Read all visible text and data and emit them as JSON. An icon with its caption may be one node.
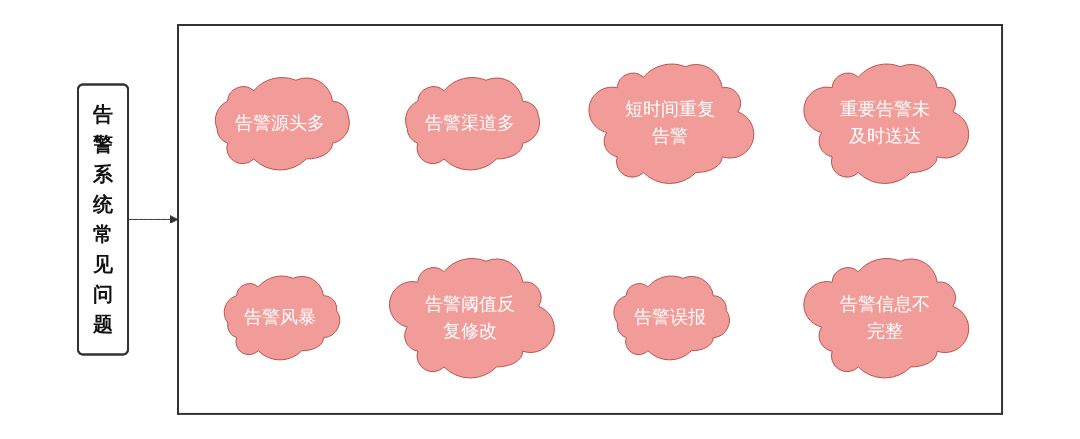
{
  "diagram": {
    "nodes": [
      {
        "text": [
          "告警系统常见问题"
        ]
      },
      {
        "text": [],
        "shape": "box"
      },
      {
        "text": [
          "告警源头多"
        ],
        "in": 1
      },
      {
        "text": [
          "告警渠道多"
        ],
        "in": 1
      },
      {
        "text": [
          "短时间重复告警"
        ],
        "in": 1
      },
      {
        "text": [
          "重要告警未及时送达"
        ],
        "in": 1
      },
      {
        "text": [
          "告警风暴"
        ],
        "in": 1
      },
      {
        "text": [
          "告警阈值反复修改"
        ],
        "in": 1
      },
      {
        "text": [
          "告警误报"
        ],
        "in": 1
      },
      {
        "text": [
          "告警信息不完整"
        ],
        "in": 1
      }
    ],
    "edges": [
      {
        "from": 0,
        "to": 1,
        "arrow": "to"
      }
    ]
  }
}
